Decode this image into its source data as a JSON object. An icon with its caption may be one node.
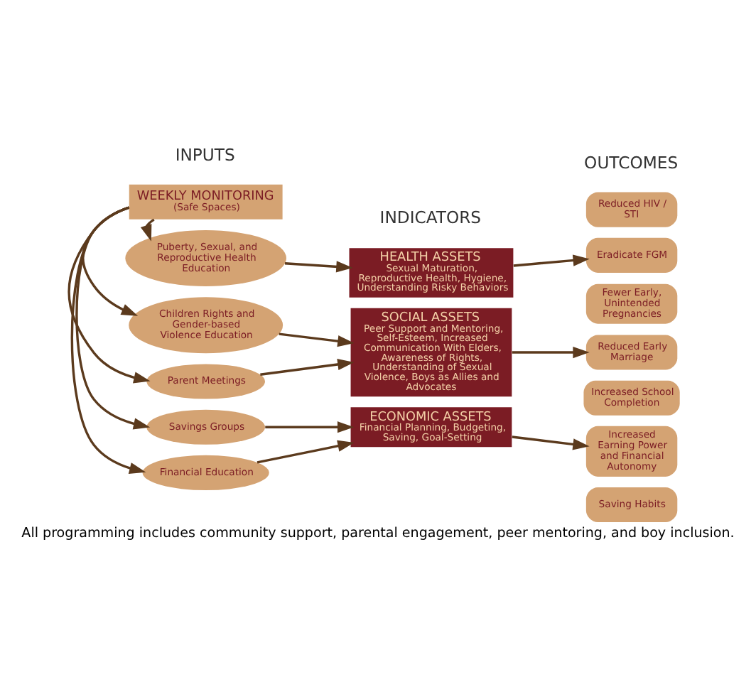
{
  "diagram": {
    "caption": "All programming includes community support, parental engagement, peer mentoring, and boy inclusion.",
    "nodes": [
      {
        "text": [
          "WEEKLY MONITORING",
          "(Safe Spaces)"
        ]
      },
      {
        "text": [
          "Puberty, Sexual, and Reproductive Health Education"
        ]
      },
      {
        "text": [
          "Children Rights and Gender-based Violence Education"
        ]
      },
      {
        "text": [
          "Parent Meetings"
        ]
      },
      {
        "text": [
          "Savings Groups"
        ]
      },
      {
        "text": [
          "Financial Education"
        ]
      },
      {
        "text": [
          "HEALTH ASSETS",
          "Sexual Maturation, Reproductive Health, Hygiene, Understanding Risky Behaviors"
        ]
      },
      {
        "text": [
          "SOCIAL ASSETS",
          "Peer Support and Mentoring, Self-Esteem, Increased Communication With Elders, Awareness of Rights, Understanding of Sexual Violence, Boys as Allies and Advocates"
        ]
      },
      {
        "text": [
          "ECONOMIC ASSETS",
          "Financial Planning, Budgeting, Saving, Goal-Setting"
        ]
      },
      {
        "text": [
          "Reduced HIV / STI"
        ]
      },
      {
        "text": [
          "Eradicate FGM"
        ]
      },
      {
        "text": [
          "Fewer Early, Unintended Pregnancies"
        ]
      },
      {
        "text": [
          "Reduced Early Marriage"
        ]
      },
      {
        "text": [
          "Increased School Completion"
        ]
      },
      {
        "text": [
          "Increased Earning Power and Financial Autonomy"
        ]
      },
      {
        "text": [
          "Saving Habits"
        ]
      }
    ],
    "edges": [
      {
        "from": 0,
        "to": 1,
        "arrow": "to"
      },
      {
        "from": 0,
        "to": 2,
        "arrow": "to"
      },
      {
        "from": 0,
        "to": 3,
        "arrow": "to"
      },
      {
        "from": 0,
        "to": 4,
        "arrow": "to"
      },
      {
        "from": 0,
        "to": 5,
        "arrow": "to"
      },
      {
        "from": 1,
        "to": 6,
        "arrow": "to"
      },
      {
        "from": 2,
        "to": 7,
        "arrow": "to"
      },
      {
        "from": 3,
        "to": 7,
        "arrow": "to"
      },
      {
        "from": 4,
        "to": 8,
        "arrow": "to"
      },
      {
        "from": 5,
        "to": 8,
        "arrow": "to"
      },
      {
        "from": 6,
        "to": 10,
        "arrow": "to"
      },
      {
        "from": 7,
        "to": 12,
        "arrow": "to"
      },
      {
        "from": 8,
        "to": 14,
        "arrow": "to"
      }
    ],
    "labels": [
      "INPUTS",
      "INDICATORS",
      "OUTCOMES"
    ]
  }
}
